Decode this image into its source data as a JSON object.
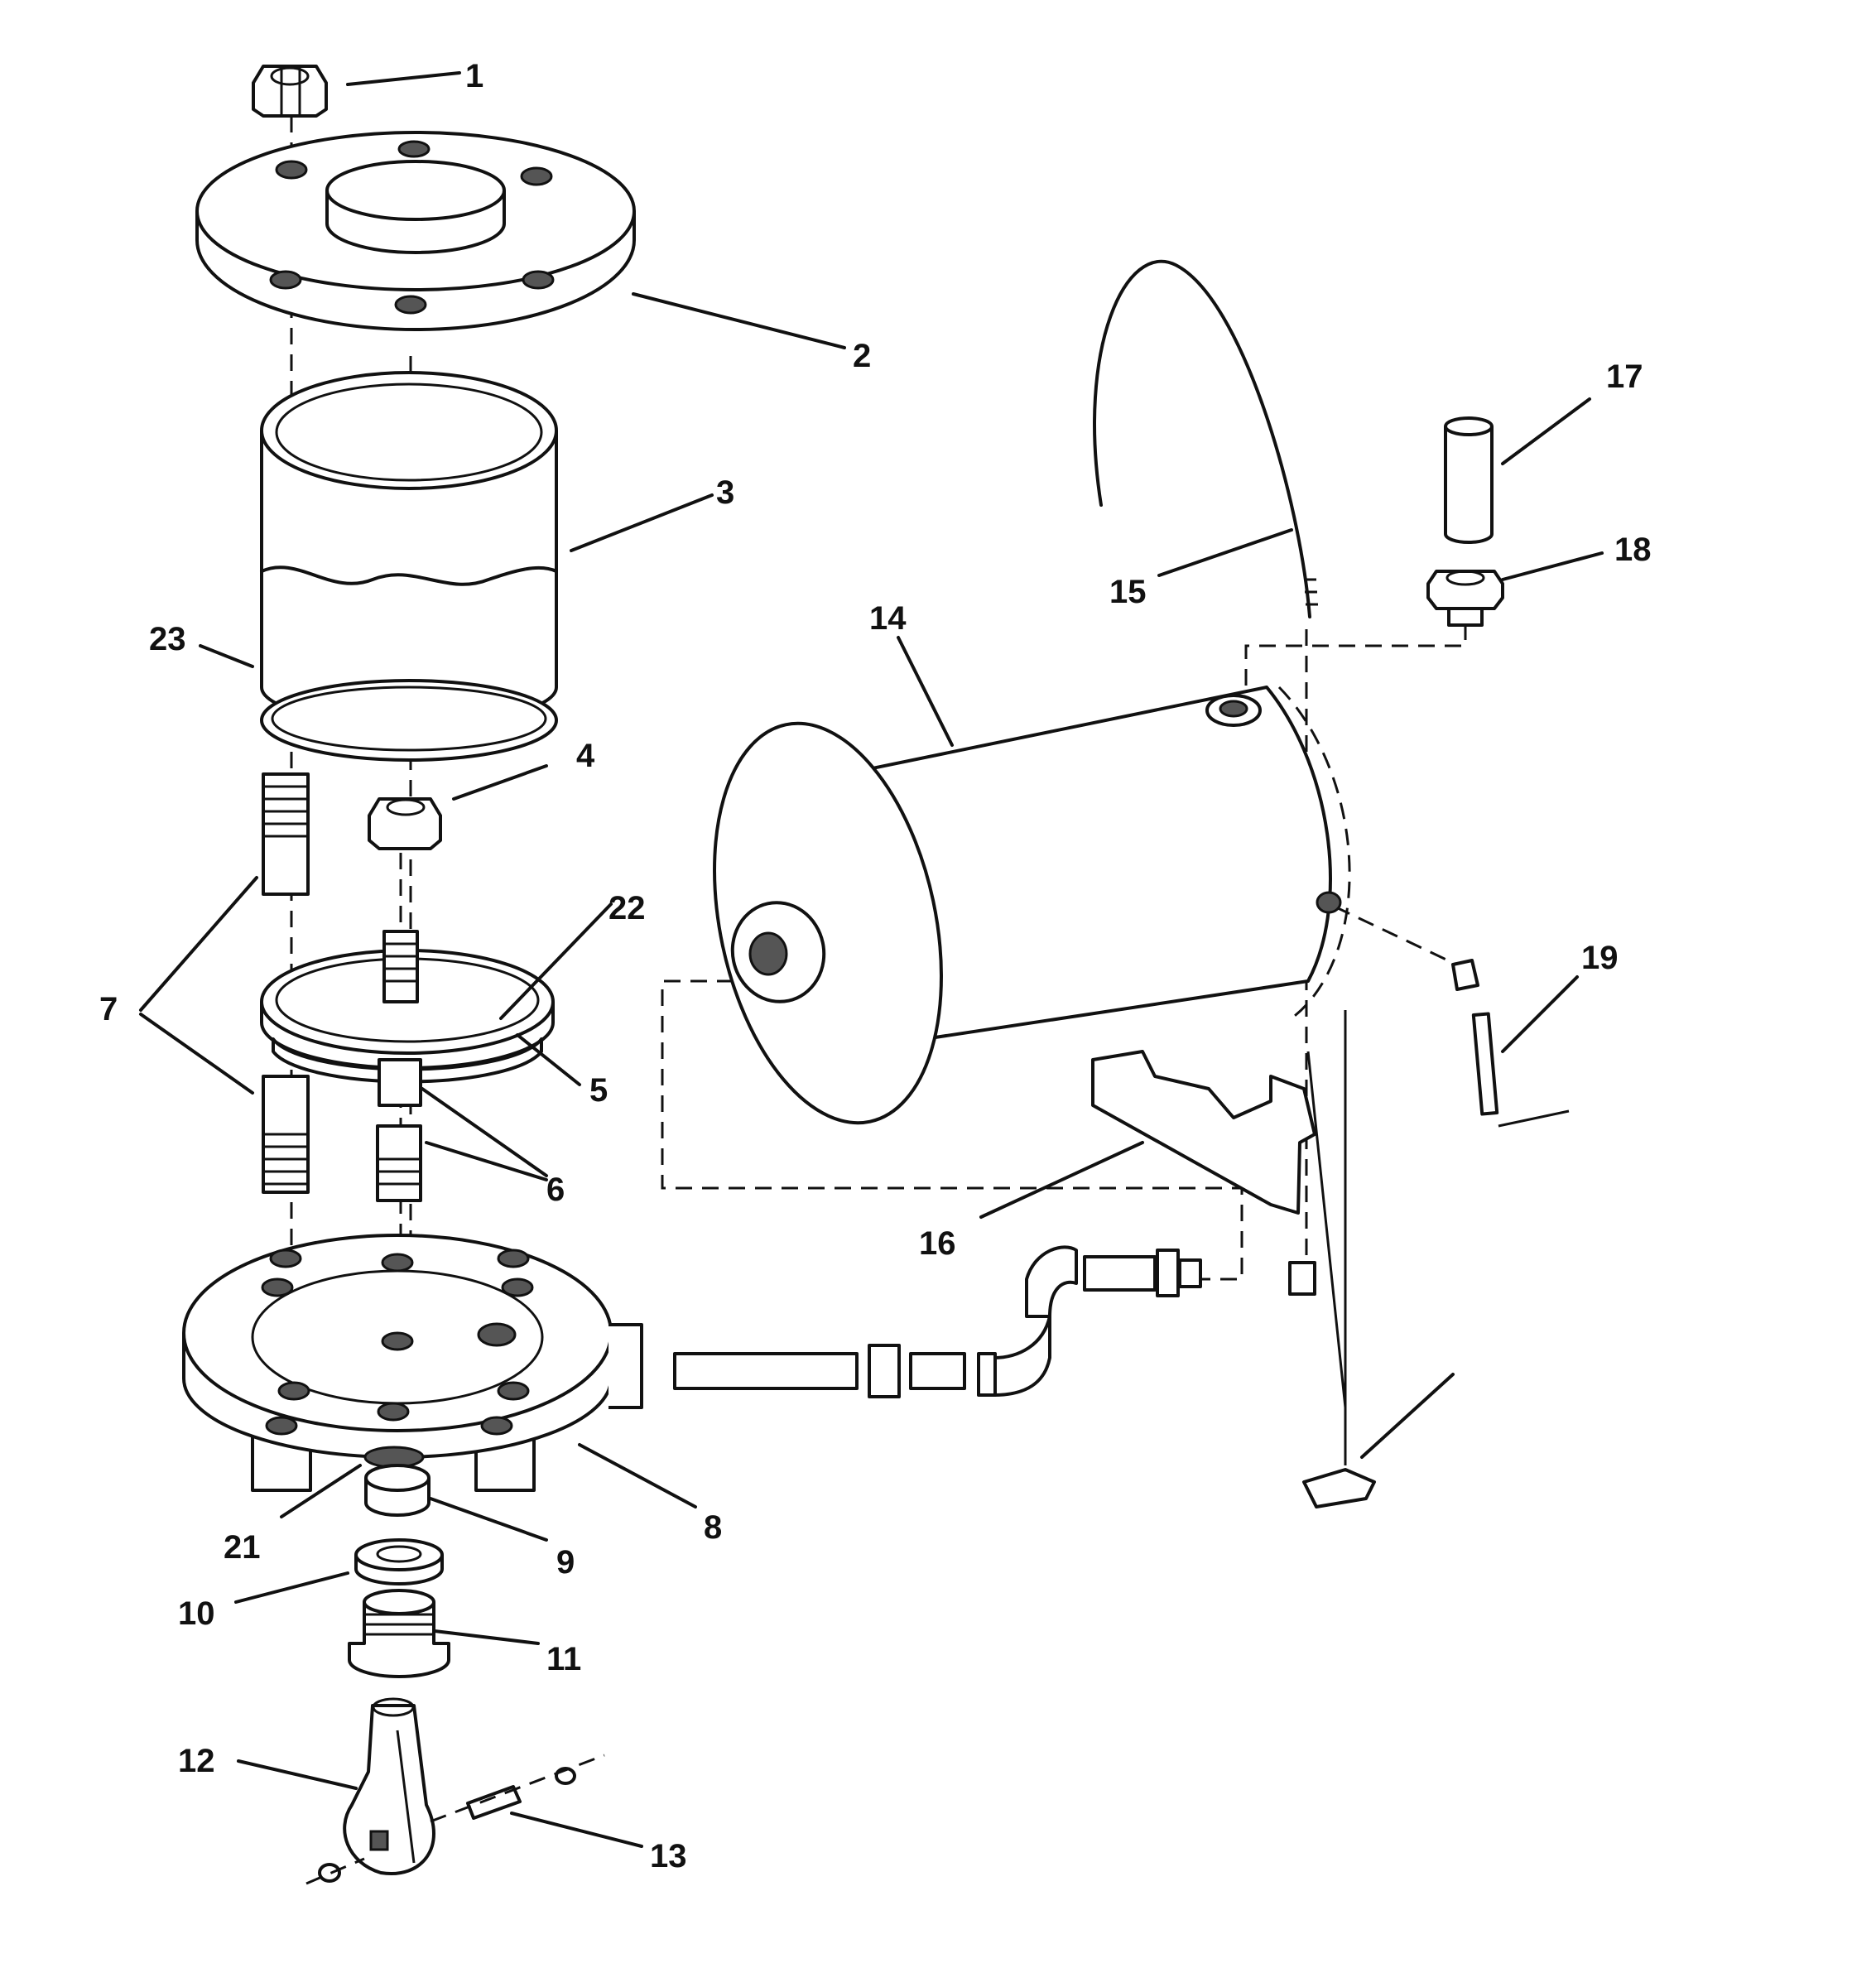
{
  "diagram": {
    "callouts": [
      {
        "id": "1",
        "text": "1"
      },
      {
        "id": "2",
        "text": "2"
      },
      {
        "id": "3",
        "text": "3"
      },
      {
        "id": "4",
        "text": "4"
      },
      {
        "id": "5",
        "text": "5"
      },
      {
        "id": "6",
        "text": "6"
      },
      {
        "id": "7",
        "text": "7"
      },
      {
        "id": "8",
        "text": "8"
      },
      {
        "id": "9",
        "text": "9"
      },
      {
        "id": "10",
        "text": "10"
      },
      {
        "id": "11",
        "text": "11"
      },
      {
        "id": "12",
        "text": "12"
      },
      {
        "id": "13",
        "text": "13"
      },
      {
        "id": "14",
        "text": "14"
      },
      {
        "id": "15",
        "text": "15"
      },
      {
        "id": "16",
        "text": "16"
      },
      {
        "id": "17",
        "text": "17"
      },
      {
        "id": "18",
        "text": "18"
      },
      {
        "id": "19",
        "text": "19"
      },
      {
        "id": "21",
        "text": "21"
      },
      {
        "id": "22",
        "text": "22"
      },
      {
        "id": "23",
        "text": "23"
      }
    ]
  }
}
